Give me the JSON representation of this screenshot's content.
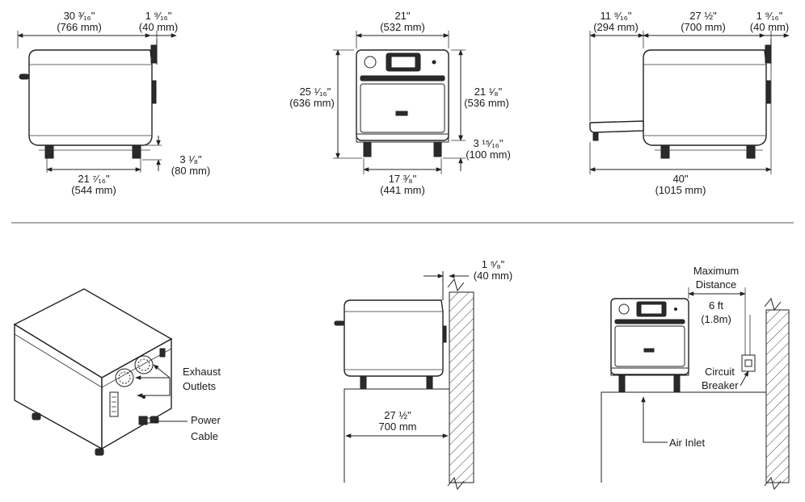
{
  "colors": {
    "line": "#222222",
    "background": "#ffffff",
    "hatch": "#444444"
  },
  "side_view": {
    "depth": "30 ³⁄₁₆\"",
    "depth_mm": "(766 mm)",
    "handle": "1 ⁹⁄₁₆\"",
    "handle_mm": "(40 mm)",
    "feet_span": "21 ⁷⁄₁₆\"",
    "feet_span_mm": "(544 mm)",
    "foot_height": "3 ¹⁄₈\"",
    "foot_height_mm": "(80 mm)"
  },
  "front_view": {
    "width": "21\"",
    "width_mm": "(532 mm)",
    "height": "25 ¹⁄₁₆\"",
    "height_mm": "(636 mm)",
    "body_height": "21 ¹⁄₈\"",
    "body_height_mm": "(536 mm)",
    "feet_height": "3 ¹⁵⁄₁₆\"",
    "feet_height_mm": "(100 mm)",
    "feet_width": "17 ³⁄₈\"",
    "feet_width_mm": "(441 mm)"
  },
  "open_view": {
    "door": "11 ⁹⁄₁₆\"",
    "door_mm": "(294 mm)",
    "body": "27 ½\"",
    "body_mm": "(700 mm)",
    "handle": "1 ⁹⁄₁₆\"",
    "handle_mm": "(40 mm)",
    "total": "40\"",
    "total_mm": "(1015 mm)"
  },
  "rear_view": {
    "exhaust_label_1": "Exhaust",
    "exhaust_label_2": "Outlets",
    "power_label_1": "Power",
    "power_label_2": "Cable",
    "icons": [
      "fan-icon",
      "vent-grille-icon",
      "plug-icon"
    ]
  },
  "wall_view": {
    "clearance": "1 ⁵⁄₈\"",
    "clearance_mm": "(40 mm)",
    "counter_depth": "27 ½\"",
    "counter_depth_mm": "700 mm"
  },
  "install_view": {
    "max_dist_1": "Maximum",
    "max_dist_2": "Distance",
    "max_dist_value": "6 ft",
    "max_dist_value_m": "(1.8m)",
    "breaker_1": "Circuit",
    "breaker_2": "Breaker",
    "air_inlet": "Air Inlet"
  }
}
